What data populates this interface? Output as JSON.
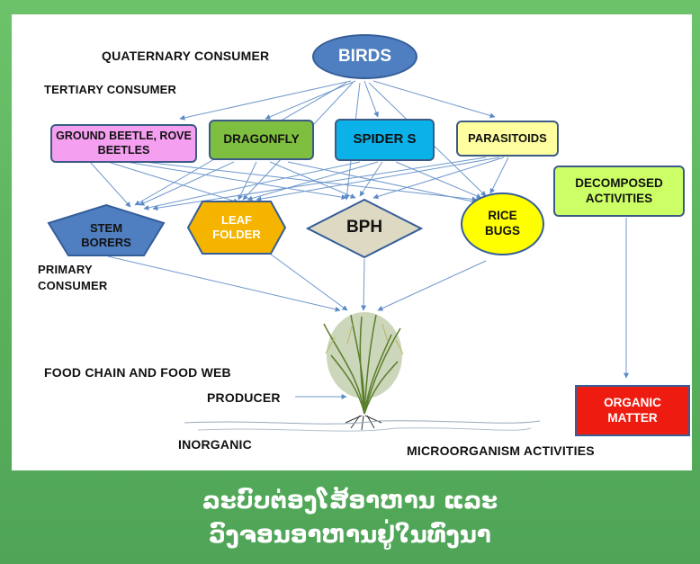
{
  "levels": {
    "quaternary": "QUATERNARY CONSUMER",
    "tertiary": "TERTIARY CONSUMER",
    "primary": "PRIMARY CONSUMER",
    "food_chain": "FOOD CHAIN AND FOOD WEB",
    "producer": "PRODUCER",
    "inorganic": "INORGANIC",
    "microorganism": "MICROORGANISM ACTIVITIES"
  },
  "nodes": {
    "birds": "BIRDS",
    "ground_beetle": "GROUND BEETLE, ROVE BEETLES",
    "dragonfly": "DRAGONFLY",
    "spiders": "SPIDER S",
    "parasitoids": "PARASITOIDS",
    "stem_borers": "STEM BORERS",
    "leaf_folder": "LEAF FOLDER",
    "bph": "BPH",
    "rice_bugs": "RICE BUGS",
    "decomposed": "DECOMPOSED ACTIVITIES",
    "organic_matter": "ORGANIC MATTER"
  },
  "caption": {
    "line1": "ລະບົບຕ່ອງໂສ້ອາຫານ ແລະ",
    "line2": "ວົງຈອນອາຫານຢູ່ໃນທົ່ງນາ"
  },
  "colors": {
    "birds": "#4f7fc0",
    "ground_beetle": "#f59ff0",
    "dragonfly": "#7fbf3f",
    "spiders": "#0bb2ea",
    "parasitoids": "#ffffa0",
    "stem_borers": "#4f7fc0",
    "leaf_folder": "#f5b400",
    "bph": "#ddd9c3",
    "rice_bugs": "#ffff00",
    "decomposed": "#ccff66",
    "organic_matter": "#ee1c10"
  }
}
